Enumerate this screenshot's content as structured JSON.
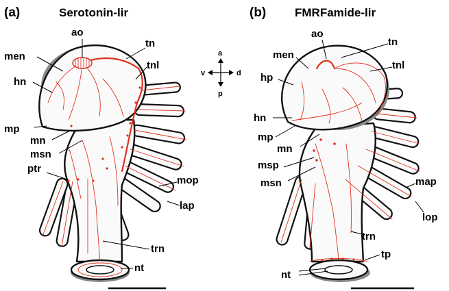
{
  "panel_a": {
    "letter": "(a)",
    "title": "Serotonin-lir",
    "labels": [
      "ao",
      "tn",
      "men",
      "tnl",
      "hn",
      "mp",
      "mn",
      "msn",
      "ptr",
      "mop",
      "lap",
      "trn",
      "nt"
    ]
  },
  "panel_b": {
    "letter": "(b)",
    "title": "FMRFamide-lir",
    "labels": [
      "ao",
      "tn",
      "men",
      "hp",
      "tnl",
      "hn",
      "mp",
      "mn",
      "msp",
      "msn",
      "map",
      "lop",
      "trn",
      "tp",
      "nt"
    ]
  },
  "orientation": {
    "a": "a",
    "p": "p",
    "v": "v",
    "d": "d"
  },
  "colors": {
    "nerve": "#e0301e",
    "outline": "#111111"
  }
}
